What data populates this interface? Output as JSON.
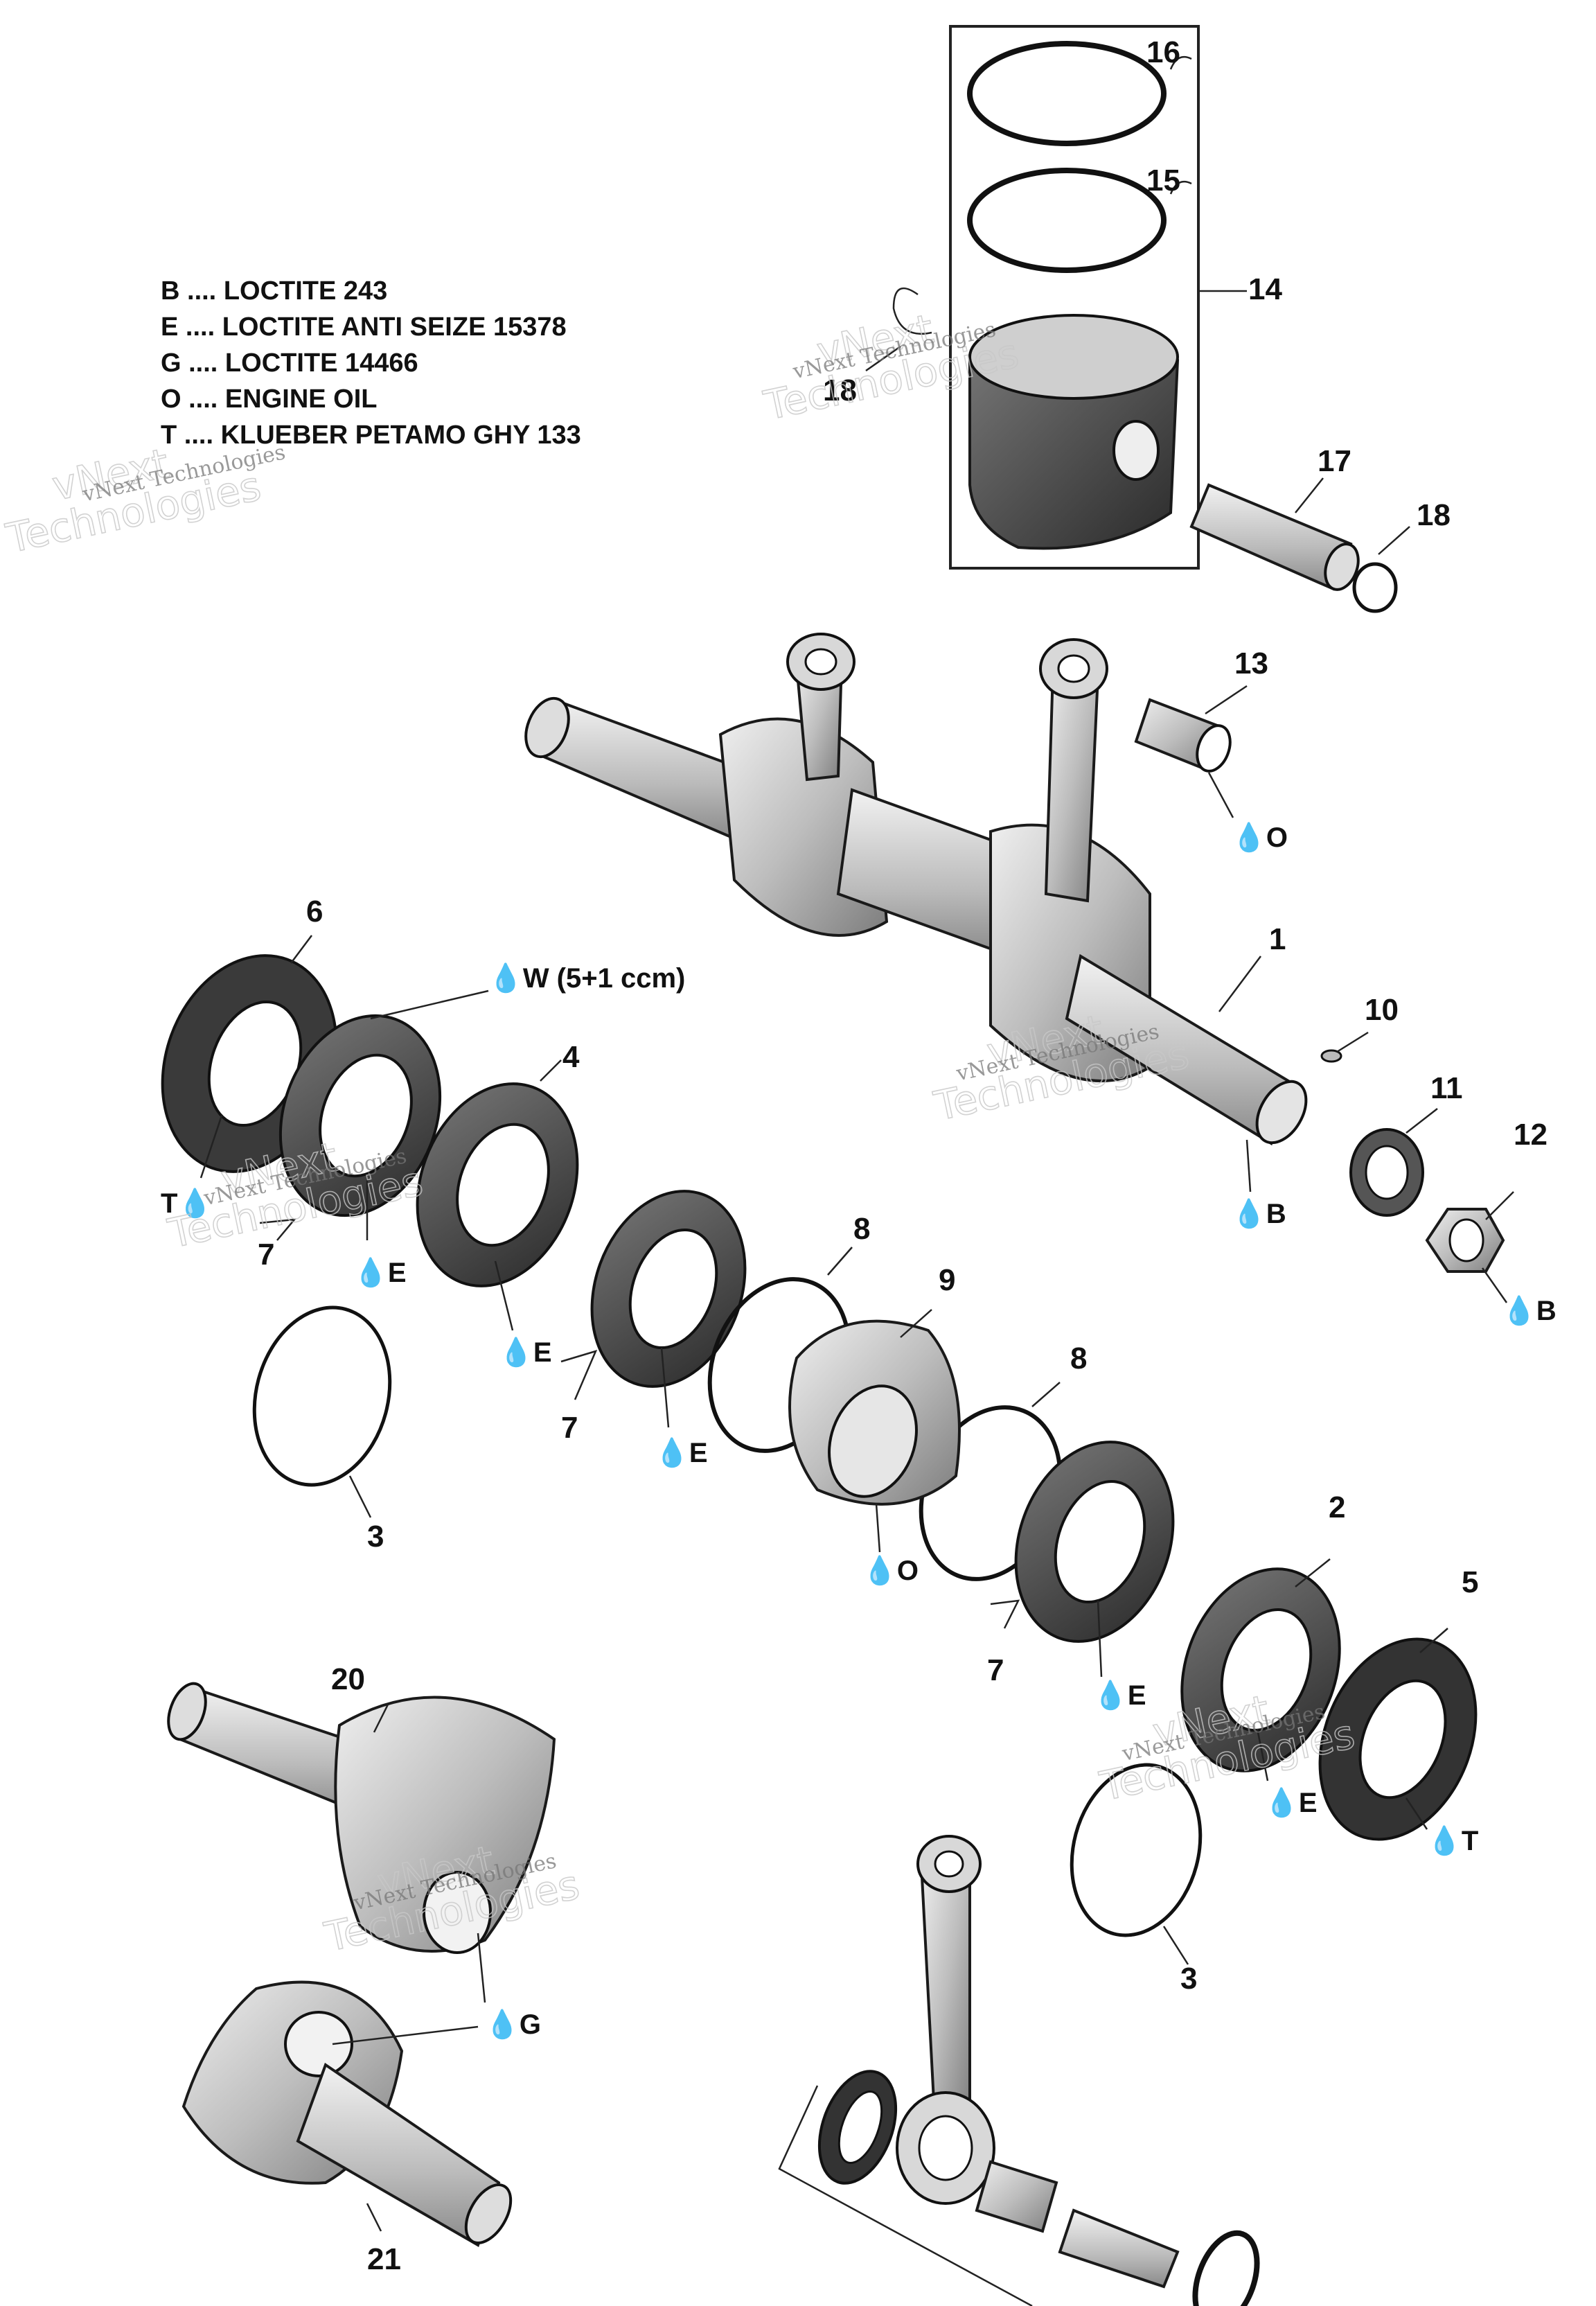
{
  "legend": [
    {
      "code": "B",
      "text": "LOCTITE 243"
    },
    {
      "code": "E",
      "text": "LOCTITE ANTI SEIZE 15378"
    },
    {
      "code": "G",
      "text": "LOCTITE 14466"
    },
    {
      "code": "O",
      "text": "ENGINE OIL"
    },
    {
      "code": "T",
      "text": "KLUEBER PETAMO GHY 133"
    }
  ],
  "callouts": [
    "1",
    "2",
    "3",
    "3",
    "4",
    "5",
    "6",
    "7",
    "7",
    "7",
    "8",
    "8",
    "9",
    "10",
    "11",
    "12",
    "13",
    "14",
    "15",
    "16",
    "17",
    "18",
    "18",
    "20",
    "21"
  ],
  "markers": [
    "B",
    "B",
    "E",
    "E",
    "E",
    "E",
    "E",
    "G",
    "O",
    "O",
    "T",
    "T"
  ],
  "note_oil_quantity": "W (5+1 ccm)",
  "watermark": {
    "brand": "vNext",
    "name": "Technologies",
    "full": "vNext Technologies"
  }
}
